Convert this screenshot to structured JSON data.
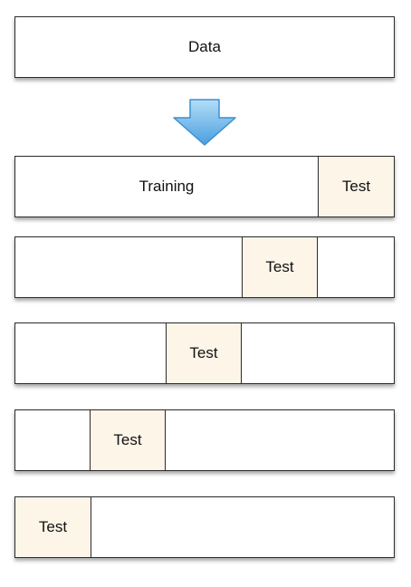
{
  "data_label": "Data",
  "training_label": "Training",
  "test_label": "Test",
  "colors": {
    "test_fill": "#fdf5e8",
    "arrow_top": "#9ad0f3",
    "arrow_bottom": "#4a9fe0",
    "border": "#2b2b2b"
  },
  "icons": [
    "down-arrow-icon"
  ]
}
